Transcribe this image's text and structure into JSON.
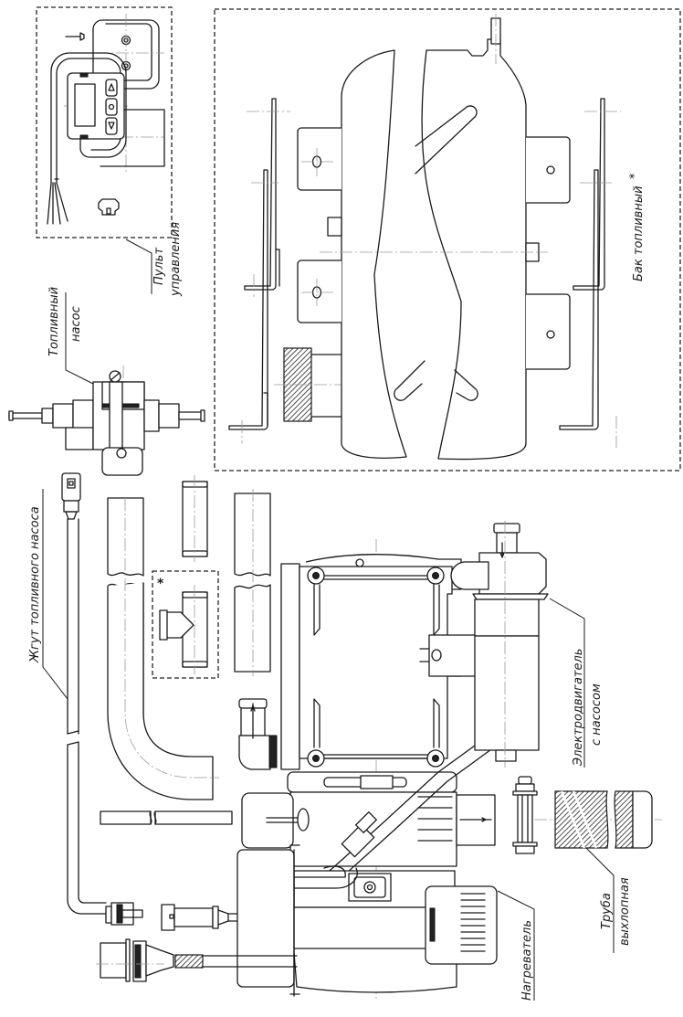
{
  "drawing": {
    "type": "exploded assembly drawing",
    "colors": {
      "line": "#1a1a1a",
      "centerline": "#9a9a9a",
      "background": "#ffffff"
    },
    "labels": {
      "control_panel": {
        "line1": "Пульт",
        "line2": "управления"
      },
      "fuel_pump": {
        "line1": "Топливный",
        "line2": "насос"
      },
      "fuel_tank": {
        "text": "Бак топливный",
        "optional_mark": "*"
      },
      "fuel_pump_harness": {
        "text": "Жгут топливного насоса"
      },
      "electric_motor": {
        "line1": "Электродвигатель",
        "line2": "с насосом"
      },
      "heater": {
        "text": "Нагреватель"
      },
      "exhaust_pipe": {
        "line1": "Труба",
        "line2": "выхлопная"
      },
      "tee_fitting": {
        "optional_mark": "*"
      }
    },
    "components": [
      "control-panel",
      "fuel-pump",
      "fuel-tank",
      "fuel-pump-harness",
      "hose-straight-1",
      "hose-connector",
      "tee-fitting",
      "hose-elbow",
      "hose-straight-2",
      "electric-motor-with-pump",
      "heater",
      "exhaust-pipe",
      "exhaust-clamp",
      "power-connector"
    ],
    "control_panel_buttons": [
      "up-arrow",
      "ok-circle",
      "down-arrow"
    ]
  }
}
